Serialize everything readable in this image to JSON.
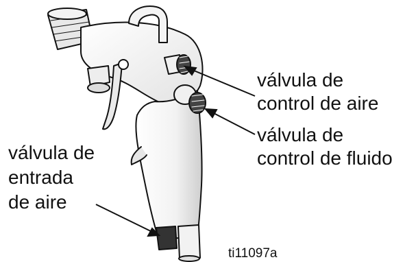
{
  "labels": {
    "air_control": [
      "válvula de",
      "control de aire"
    ],
    "fluid_control": [
      "válvula de",
      "control de fluido"
    ],
    "air_inlet": [
      "válvula de",
      "entrada",
      "de aire"
    ]
  },
  "figure_id": "ti11097a",
  "colors": {
    "outline": "#111111",
    "body_fill": "#f6f6f6",
    "shade": "#d9d9d9"
  }
}
